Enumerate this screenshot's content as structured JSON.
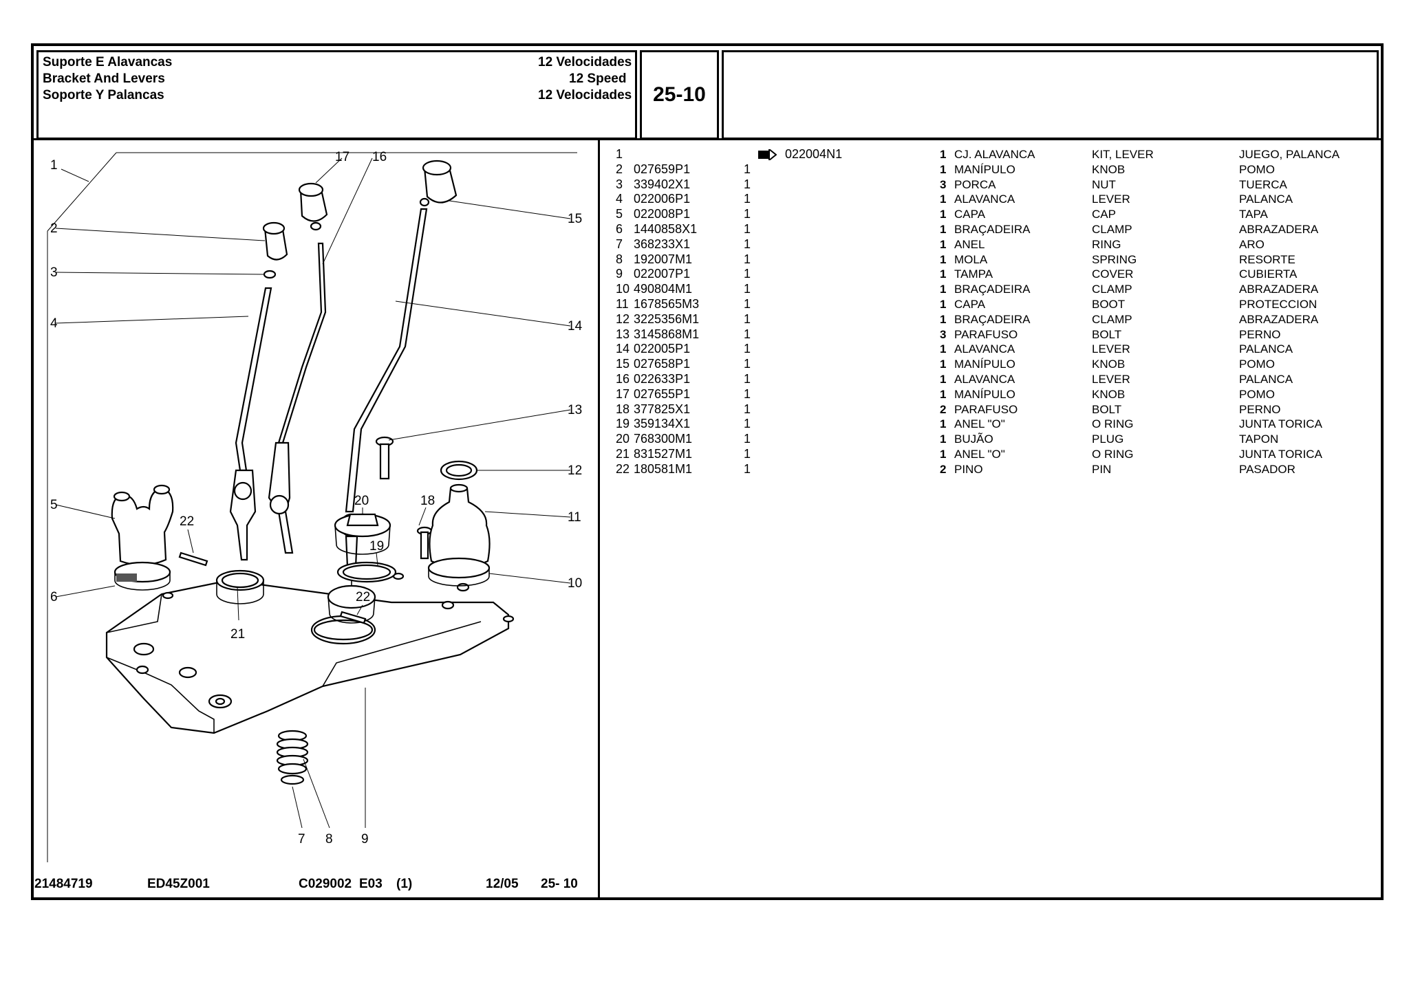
{
  "header": {
    "titles": [
      {
        "left": "Suporte E Alavancas",
        "right": "12 Velocidades"
      },
      {
        "left": "Bracket And Levers",
        "right": "12 Speed"
      },
      {
        "left": "Soporte Y Palancas",
        "right": "12 Velocidades"
      }
    ],
    "section_code": "25-10"
  },
  "footer": {
    "doc_number": "21484719",
    "drawing_code": "ED45Z001",
    "catalog_ref": "C029002",
    "edition": "E03",
    "sheet": "(1)",
    "date": "12/05",
    "section": "25- 10"
  },
  "kit": {
    "ref": "1",
    "part_number": "022004N1",
    "icon": "arrow-right-icon"
  },
  "parts": [
    {
      "ref": "1",
      "part_number": "",
      "qty": "",
      "qty_kit": "1",
      "pt": "CJ. ALAVANCA",
      "en": "KIT, LEVER",
      "es": "JUEGO, PALANCA"
    },
    {
      "ref": "2",
      "part_number": "027659P1",
      "qty": "1",
      "qty_kit": "1",
      "pt": "MANÍPULO",
      "en": "KNOB",
      "es": "POMO"
    },
    {
      "ref": "3",
      "part_number": "339402X1",
      "qty": "1",
      "qty_kit": "3",
      "pt": "PORCA",
      "en": "NUT",
      "es": "TUERCA"
    },
    {
      "ref": "4",
      "part_number": "022006P1",
      "qty": "1",
      "qty_kit": "1",
      "pt": "ALAVANCA",
      "en": "LEVER",
      "es": "PALANCA"
    },
    {
      "ref": "5",
      "part_number": "022008P1",
      "qty": "1",
      "qty_kit": "1",
      "pt": "CAPA",
      "en": "CAP",
      "es": "TAPA"
    },
    {
      "ref": "6",
      "part_number": "1440858X1",
      "qty": "1",
      "qty_kit": "1",
      "pt": "BRAÇADEIRA",
      "en": "CLAMP",
      "es": "ABRAZADERA"
    },
    {
      "ref": "7",
      "part_number": "368233X1",
      "qty": "1",
      "qty_kit": "1",
      "pt": "ANEL",
      "en": "RING",
      "es": "ARO"
    },
    {
      "ref": "8",
      "part_number": "192007M1",
      "qty": "1",
      "qty_kit": "1",
      "pt": "MOLA",
      "en": "SPRING",
      "es": "RESORTE"
    },
    {
      "ref": "9",
      "part_number": "022007P1",
      "qty": "1",
      "qty_kit": "1",
      "pt": "TAMPA",
      "en": "COVER",
      "es": "CUBIERTA"
    },
    {
      "ref": "10",
      "part_number": "490804M1",
      "qty": "1",
      "qty_kit": "1",
      "pt": "BRAÇADEIRA",
      "en": "CLAMP",
      "es": "ABRAZADERA"
    },
    {
      "ref": "11",
      "part_number": "1678565M3",
      "qty": "1",
      "qty_kit": "1",
      "pt": "CAPA",
      "en": "BOOT",
      "es": "PROTECCION"
    },
    {
      "ref": "12",
      "part_number": "3225356M1",
      "qty": "1",
      "qty_kit": "1",
      "pt": "BRAÇADEIRA",
      "en": "CLAMP",
      "es": "ABRAZADERA"
    },
    {
      "ref": "13",
      "part_number": "3145868M1",
      "qty": "1",
      "qty_kit": "3",
      "pt": "PARAFUSO",
      "en": "BOLT",
      "es": "PERNO"
    },
    {
      "ref": "14",
      "part_number": "022005P1",
      "qty": "1",
      "qty_kit": "1",
      "pt": "ALAVANCA",
      "en": "LEVER",
      "es": "PALANCA"
    },
    {
      "ref": "15",
      "part_number": "027658P1",
      "qty": "1",
      "qty_kit": "1",
      "pt": "MANÍPULO",
      "en": "KNOB",
      "es": "POMO"
    },
    {
      "ref": "16",
      "part_number": "022633P1",
      "qty": "1",
      "qty_kit": "1",
      "pt": "ALAVANCA",
      "en": "LEVER",
      "es": "PALANCA"
    },
    {
      "ref": "17",
      "part_number": "027655P1",
      "qty": "1",
      "qty_kit": "1",
      "pt": "MANÍPULO",
      "en": "KNOB",
      "es": "POMO"
    },
    {
      "ref": "18",
      "part_number": "377825X1",
      "qty": "1",
      "qty_kit": "2",
      "pt": "PARAFUSO",
      "en": "BOLT",
      "es": "PERNO"
    },
    {
      "ref": "19",
      "part_number": "359134X1",
      "qty": "1",
      "qty_kit": "1",
      "pt": "ANEL \"O\"",
      "en": "O RING",
      "es": "JUNTA TORICA"
    },
    {
      "ref": "20",
      "part_number": "768300M1",
      "qty": "1",
      "qty_kit": "1",
      "pt": "BUJÃO",
      "en": "PLUG",
      "es": "TAPON"
    },
    {
      "ref": "21",
      "part_number": "831527M1",
      "qty": "1",
      "qty_kit": "1",
      "pt": "ANEL \"O\"",
      "en": "O RING",
      "es": "JUNTA TORICA"
    },
    {
      "ref": "22",
      "part_number": "180581M1",
      "qty": "1",
      "qty_kit": "2",
      "pt": "PINO",
      "en": "PIN",
      "es": "PASADOR"
    }
  ],
  "diagram": {
    "callouts": [
      "1",
      "2",
      "3",
      "4",
      "5",
      "6",
      "7",
      "8",
      "9",
      "10",
      "11",
      "12",
      "13",
      "14",
      "15",
      "16",
      "17",
      "18",
      "19",
      "20",
      "21",
      "22",
      "22"
    ]
  }
}
